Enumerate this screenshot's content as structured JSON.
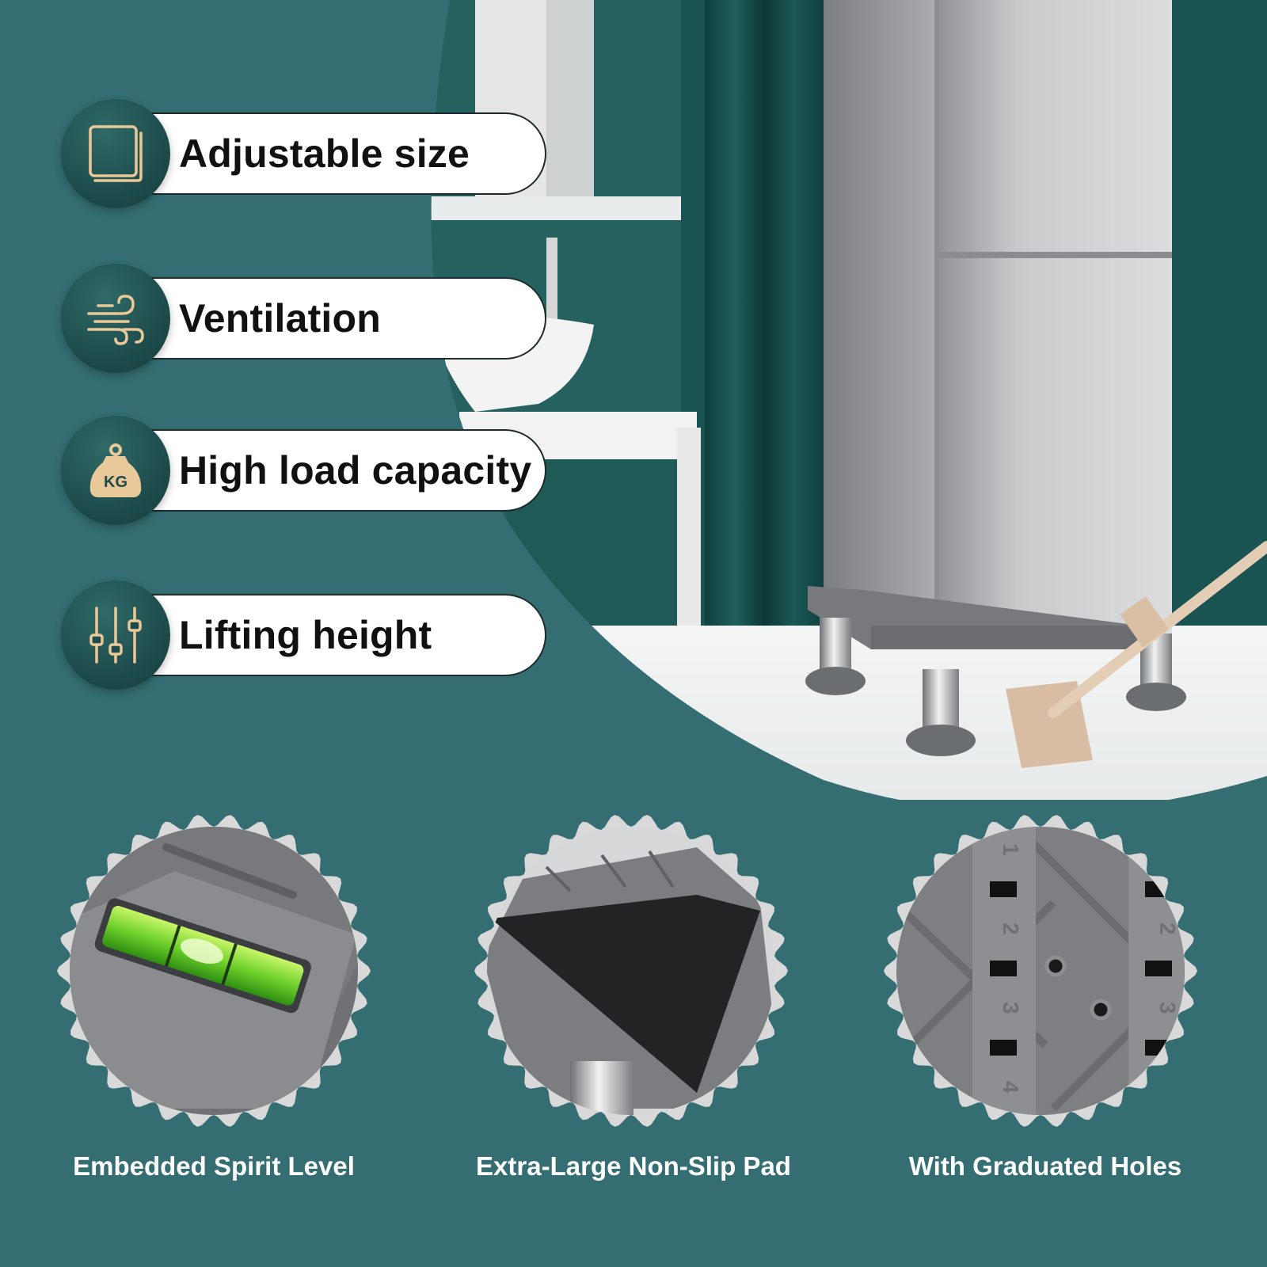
{
  "features": [
    {
      "label": "Adjustable size",
      "icon": "frame-icon"
    },
    {
      "label": "Ventilation",
      "icon": "wind-icon"
    },
    {
      "label": "High load capacity",
      "icon": "kg-weight-icon",
      "icon_text": "KG"
    },
    {
      "label": "Lifting height",
      "icon": "sliders-icon"
    }
  ],
  "details": [
    {
      "caption": "Embedded Spirit Level"
    },
    {
      "caption": "Extra-Large Non-Slip Pad"
    },
    {
      "caption": "With Graduated Holes"
    }
  ],
  "graduation_numbers": [
    "1",
    "2",
    "3",
    "4",
    "2",
    "3"
  ],
  "colors": {
    "background": "#346e72",
    "badge": "#1d4a4a",
    "icon_gold": "#e9c99a",
    "pill": "#ffffff",
    "pill_text": "#111111",
    "caption_text": "#ffffff"
  }
}
